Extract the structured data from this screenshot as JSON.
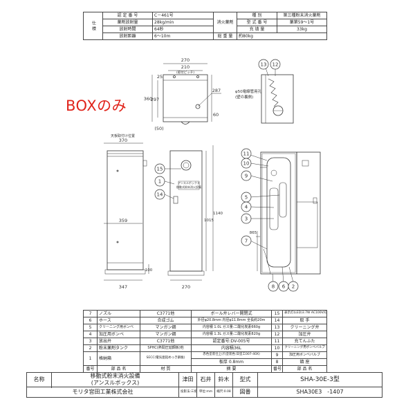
{
  "spec": {
    "section_label": "仕様",
    "left_rows": [
      {
        "label": "認 定 番 号",
        "value": "C－461号"
      },
      {
        "label": "薬剤放射量",
        "value": "28kg/min"
      },
      {
        "label": "放射時間",
        "value": "64秒"
      },
      {
        "label": "放射距離",
        "value": "6～10m"
      }
    ],
    "middle_label": "消火薬剤",
    "right_rows": [
      {
        "label": "種 別",
        "value": "第三種粉末消火薬剤"
      },
      {
        "label": "型 式 番 号",
        "value": "薬第59～1号"
      },
      {
        "label": "充 填 量",
        "value": "33kg"
      }
    ],
    "weight_label": "総 重 量",
    "weight_value": "約80kg"
  },
  "annotations": {
    "box_only": "BOXのみ",
    "d_270a": "270",
    "d_210": "210",
    "d_pitch": "(取付ピッチ)",
    "d_25": "25",
    "d_360": "360",
    "d_297": "297",
    "d_287": "287",
    "d_60": "60",
    "d_50": "(50)",
    "d_hole": "φ50電線管用孔",
    "d_hole_sub": "(壁の裏側)",
    "d_tenban": "天板取付け位置",
    "d_370": "370",
    "d_359": "359",
    "d_347": "347",
    "d_100": "100",
    "d_270b": "270",
    "d_1015": "1015",
    "d_1140": "1140",
    "d_865": "865",
    "ansul_1": "アンスルボックス",
    "ansul_2": "移動式粉末消火設備"
  },
  "balloons": {
    "b13": "13",
    "b12": "12",
    "b15": "15",
    "b1": "1",
    "b14": "14",
    "b11": "11",
    "b10": "10",
    "b9": "9",
    "b5": "5",
    "b4": "4",
    "b3": "3",
    "b7": "7",
    "b8": "8",
    "b6": "6",
    "b2": "2"
  },
  "parts": {
    "left": [
      {
        "no": "7",
        "name": "ノズル",
        "material": "C3771他"
      },
      {
        "no": "6",
        "name": "ホース",
        "material": "合成ゴム"
      },
      {
        "no": "5",
        "name": "クリーニング用ボンベ",
        "material": "マンガン鋼"
      },
      {
        "no": "4",
        "name": "加圧用ボンベ",
        "material": "マンガン鋼"
      },
      {
        "no": "3",
        "name": "放出弁",
        "material": "C3771他"
      },
      {
        "no": "2",
        "name": "粉末薬剤タンク",
        "material": "SPHC(熱間圧延鋼板)他"
      },
      {
        "no": "1",
        "name": "格納箱",
        "material": "SECC(電気亜鉛めっき鋼板)"
      }
    ],
    "right": [
      {
        "no": "15",
        "name": "表示灯(LED)3.7W AC100V/DC・AC24V"
      },
      {
        "no": "14",
        "name": "取 手"
      },
      {
        "no": "13",
        "name": "クリーニング弁"
      },
      {
        "no": "12",
        "name": "加圧弁"
      },
      {
        "no": "11",
        "name": "充てんふた"
      },
      {
        "no": "10",
        "name": "クリーニング用ボンベバルブ"
      },
      {
        "no": "9",
        "name": "加圧用ボンベバルブ"
      },
      {
        "no": "8",
        "name": "鎮 座"
      }
    ],
    "notes": [
      "ボール弁レバー開閉式",
      "外径φ20.8mm 内径φ11.8mm 全長約20m",
      "内容積 1.0L ガス量:二酸化炭素660g",
      "内容積 1.3L ガス量:二酸化炭素820g",
      "認定番号:DV-005号",
      "内容積36L",
      "赤色塗装仕上げ(塗装色:日塗工007-40X)",
      "板厚 0.8mm"
    ],
    "header_left": {
      "no": "番号",
      "name": "部 品 名",
      "material": "材 質"
    },
    "header_right": {
      "note": "摘 要",
      "no": "番号",
      "name": "部 品 名"
    }
  },
  "title_block": {
    "name_label": "名称",
    "name_line1": "移動式粉末消火設備",
    "name_line2": "(アンスルボックス)",
    "approvers": [
      "津田",
      "石井",
      "鈴木"
    ],
    "model_label": "型式",
    "model_value": "SHA-30E-3型",
    "company": "モリタ宮田工業株式会社",
    "projection": "投影法:三角法",
    "unit": "単位:mm",
    "scale": "縮尺:0.08",
    "drawing_label": "図番",
    "drawing_value": "SHA30E3　-1407"
  }
}
